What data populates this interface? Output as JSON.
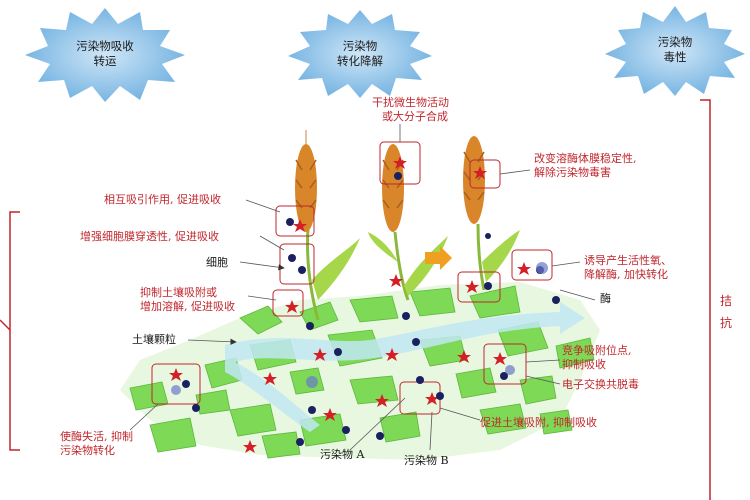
{
  "headers": [
    {
      "line1": "污染物吸收",
      "line2": "转运"
    },
    {
      "line1": "污染物",
      "line2": "转化降解"
    },
    {
      "line1": "污染物",
      "line2": "毒性"
    }
  ],
  "annotations": {
    "interfere": [
      "干扰微生物活动",
      "或大分子合成"
    ],
    "membrane": [
      "改变溶酶体膜稳定性,",
      "解除污染物毒害"
    ],
    "attract": "相互吸引作用, 促进吸收",
    "permeability": "增强细胞膜穿透性, 促进吸收",
    "cell": "细胞",
    "soil_adsorb": [
      "抑制土壤吸附或",
      "增加溶解, 促进吸收"
    ],
    "soil_particle": "土壤颗粒",
    "induce": [
      "诱导产生活性氧、",
      "降解酶, 加快转化"
    ],
    "enzyme": "酶",
    "compete": [
      "竞争吸附位点,",
      "抑制吸收"
    ],
    "electron": "电子交换共脱毒",
    "deactivate": [
      "使酶失活, 抑制",
      "污染物转化"
    ],
    "promote_adsorb": "促进土壤吸附, 抑制吸收",
    "pollutant_a": "污染物 A",
    "pollutant_b": "污染物 B",
    "antagonism": [
      "拮",
      "抗"
    ]
  },
  "colors": {
    "annotation_text": "#c0272d",
    "burst_fill": "#8fc3e8",
    "soil_green": "#7ed957",
    "flow_cyan": "#bfe8f2",
    "pollutant_a": "#d41f26",
    "pollutant_b": "#1b2060",
    "callout_border": "#c0272d",
    "wheat": "#d9862b"
  }
}
